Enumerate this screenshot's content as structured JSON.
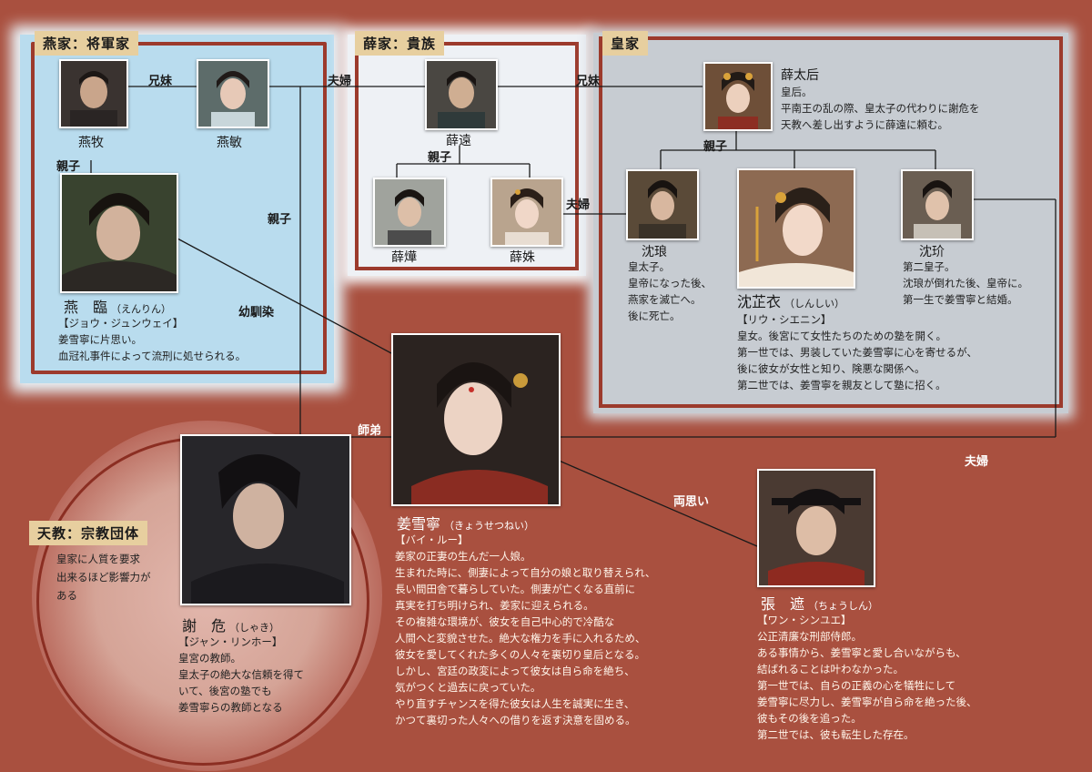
{
  "groups": {
    "yan": "燕家：将軍家",
    "xue": "薛家：貴族",
    "huang": "皇家",
    "tianjiao": "天教：宗教団体"
  },
  "relations": {
    "siblings_yan": "兄妹",
    "spouses_yan_xue": "夫婦",
    "siblings_xue_huang": "兄妹",
    "parent_yan": "親子",
    "parent_xue": "親子",
    "parent_huang": "親子",
    "parent_yanmin_yanlin": "親子",
    "childhood_friend": "幼馴染",
    "spouses_xueshu_shenlang": "夫婦",
    "master_pupil": "師弟",
    "mutual_love": "両思い",
    "spouses_bottom": "夫婦"
  },
  "people": {
    "yanmu": {
      "name": "燕牧"
    },
    "yanmin": {
      "name": "燕敏"
    },
    "xueyuan": {
      "name": "薛遠"
    },
    "xuehua": {
      "name": "薛燁"
    },
    "xueshu": {
      "name": "薛姝"
    },
    "xuetaihou": {
      "name": "薛太后",
      "lines": [
        "皇后。",
        "平南王の乱の際、皇太子の代わりに謝危を",
        "天教へ差し出すように薛遠に頼む。"
      ]
    },
    "shenlang": {
      "name": "沈琅",
      "lines": [
        "皇太子。",
        "皇帝になった後、",
        "燕家を滅亡へ。",
        "後に死亡。"
      ]
    },
    "shenzhiyi": {
      "name": "沈芷衣",
      "reading": "（しんしい）",
      "actor": "【リウ・シエニン】",
      "lines": [
        "皇女。後宮にて女性たちのための塾を開く。",
        "第一世では、男装していた姜雪寧に心を寄せるが、",
        "後に彼女が女性と知り、険悪な関係へ。",
        "第二世では、姜雪寧を親友として塾に招く。"
      ]
    },
    "shenjie": {
      "name": "沈玠",
      "lines": [
        "第二皇子。",
        "沈琅が倒れた後、皇帝に。",
        "第一生で姜雪寧と結婚。"
      ]
    },
    "yanlin": {
      "name": "燕　臨",
      "reading": "（えんりん）",
      "actor": "【ジョウ・ジュンウェイ】",
      "lines": [
        "姜雪寧に片思い。",
        "血冠礼事件によって流刑に処せられる。"
      ]
    },
    "jiangxuening": {
      "name": "姜雪寧",
      "reading": "（きょうせつねい）",
      "actor": "【バイ・ルー】",
      "lines": [
        "姜家の正妻の生んだ一人娘。",
        "生まれた時に、側妻によって自分の娘と取り替えられ、",
        "長い間田舎で暮らしていた。側妻が亡くなる直前に",
        "真実を打ち明けられ、姜家に迎えられる。",
        "その複雑な環境が、彼女を自己中心的で冷酷な",
        "人間へと変貌させた。絶大な権力を手に入れるため、",
        "彼女を愛してくれた多くの人々を裏切り皇后となる。",
        "しかし、宮廷の政変によって彼女は自ら命を絶ち、",
        "気がつくと過去に戻っていた。",
        "やり直すチャンスを得た彼女は人生を誠実に生き、",
        "かつて裏切った人々への借りを返す決意を固める。"
      ]
    },
    "xiewei": {
      "name": "謝　危",
      "reading": "（しゃき）",
      "actor": "【ジャン・リンホー】",
      "lines": [
        "皇宮の教師。",
        "皇太子の絶大な信頼を得て",
        "いて、後宮の塾でも",
        "姜雪寧らの教師となる"
      ]
    },
    "zhangzhe": {
      "name": "張　遮",
      "reading": "（ちょうしん）",
      "actor": "【ワン・シンユエ】",
      "lines": [
        "公正清廉な刑部侍郎。",
        "ある事情から、姜雪寧と愛し合いながらも、",
        "結ばれることは叶わなかった。",
        "第一世では、自らの正義の心を犠牲にして",
        "姜雪寧に尽力し、姜雪寧が自ら命を絶った後、",
        "彼もその後を追った。",
        "第二世では、彼も転生した存在。"
      ]
    }
  },
  "tianjiao_desc": [
    "皇家に人質を要求",
    "出来るほど影響力が",
    "ある"
  ],
  "colors": {
    "background": "#a9503f",
    "frame": "#9c3a2c",
    "tag": "#e7cf9f",
    "yan_panel": "#b9dcee",
    "xue_panel": "#eef1f5",
    "huang_panel": "#c7ccd2"
  }
}
